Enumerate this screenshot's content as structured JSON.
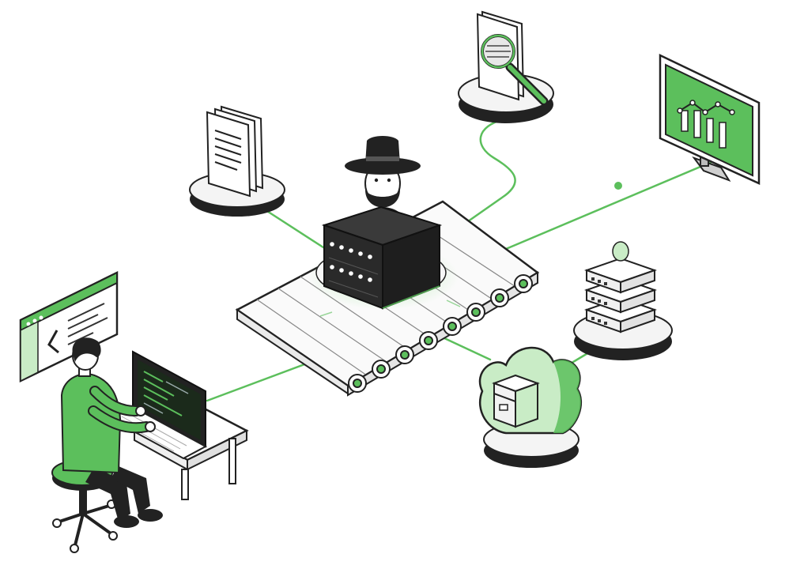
{
  "scene": {
    "central_node": {
      "icon": "bearded-hat-figure-icon"
    },
    "pipeline": {
      "icon": "conveyor-belt-icon"
    },
    "nodes": [
      {
        "id": "developer",
        "icon": "developer-at-laptop-icon"
      },
      {
        "id": "code-editor",
        "icon": "code-window-icon"
      },
      {
        "id": "documents",
        "icon": "document-stack-icon"
      },
      {
        "id": "search",
        "icon": "magnifier-document-icon"
      },
      {
        "id": "analytics",
        "icon": "monitor-chart-icon"
      },
      {
        "id": "servers",
        "icon": "server-stack-icon"
      },
      {
        "id": "cloud-storage",
        "icon": "cloud-box-icon"
      }
    ]
  },
  "colors": {
    "accent": "#5cbf5c",
    "accent_light": "#c9ecc6",
    "dark": "#222222",
    "line": "#333333",
    "platform": "#f4f4f4"
  }
}
